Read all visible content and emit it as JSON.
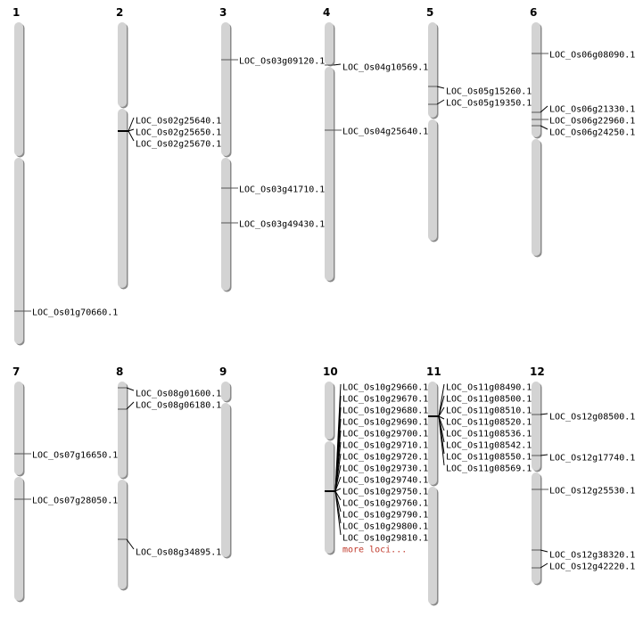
{
  "colors": {
    "chromosome": "#d3d3d3",
    "shadow": "#8a8a8a",
    "more_link": "#c0392b"
  },
  "chromosomes": [
    {
      "name": "1",
      "loci": [
        [
          "LOC_Os01g70660.1"
        ]
      ]
    },
    {
      "name": "2",
      "loci": [
        [
          "LOC_Os02g25640.1",
          "LOC_Os02g25650.1",
          "LOC_Os02g25670.1"
        ]
      ]
    },
    {
      "name": "3",
      "loci": [
        [
          "LOC_Os03g09120.1"
        ],
        [
          "LOC_Os03g41710.1"
        ],
        [
          "LOC_Os03g49430.1"
        ]
      ]
    },
    {
      "name": "4",
      "loci": [
        [
          "LOC_Os04g10569.1"
        ],
        [
          "LOC_Os04g25640.1"
        ]
      ]
    },
    {
      "name": "5",
      "loci": [
        [
          "LOC_Os05g15260.1"
        ],
        [
          "LOC_Os05g19350.1"
        ]
      ]
    },
    {
      "name": "6",
      "loci": [
        [
          "LOC_Os06g08090.1"
        ],
        [
          "LOC_Os06g21330.1"
        ],
        [
          "LOC_Os06g22960.1"
        ],
        [
          "LOC_Os06g24250.1"
        ]
      ]
    },
    {
      "name": "7",
      "loci": [
        [
          "LOC_Os07g16650.1"
        ],
        [
          "LOC_Os07g28050.1"
        ]
      ]
    },
    {
      "name": "8",
      "loci": [
        [
          "LOC_Os08g01600.1"
        ],
        [
          "LOC_Os08g06180.1"
        ],
        [
          "LOC_Os08g34895.1"
        ]
      ]
    },
    {
      "name": "9",
      "loci": []
    },
    {
      "name": "10",
      "loci": [
        [
          "LOC_Os10g29660.1",
          "LOC_Os10g29670.1",
          "LOC_Os10g29680.1",
          "LOC_Os10g29690.1",
          "LOC_Os10g29700.1",
          "LOC_Os10g29710.1",
          "LOC_Os10g29720.1",
          "LOC_Os10g29730.1",
          "LOC_Os10g29740.1",
          "LOC_Os10g29750.1",
          "LOC_Os10g29760.1",
          "LOC_Os10g29790.1",
          "LOC_Os10g29800.1",
          "LOC_Os10g29810.1"
        ]
      ],
      "more_label": "more loci..."
    },
    {
      "name": "11",
      "loci": [
        [
          "LOC_Os11g08490.1",
          "LOC_Os11g08500.1",
          "LOC_Os11g08510.1",
          "LOC_Os11g08520.1",
          "LOC_Os11g08536.1",
          "LOC_Os11g08542.1",
          "LOC_Os11g08550.1",
          "LOC_Os11g08569.1"
        ]
      ]
    },
    {
      "name": "12",
      "loci": [
        [
          "LOC_Os12g08500.1"
        ],
        [
          "LOC_Os12g17740.1"
        ],
        [
          "LOC_Os12g25530.1"
        ],
        [
          "LOC_Os12g38320.1"
        ],
        [
          "LOC_Os12g42220.1"
        ]
      ]
    }
  ]
}
